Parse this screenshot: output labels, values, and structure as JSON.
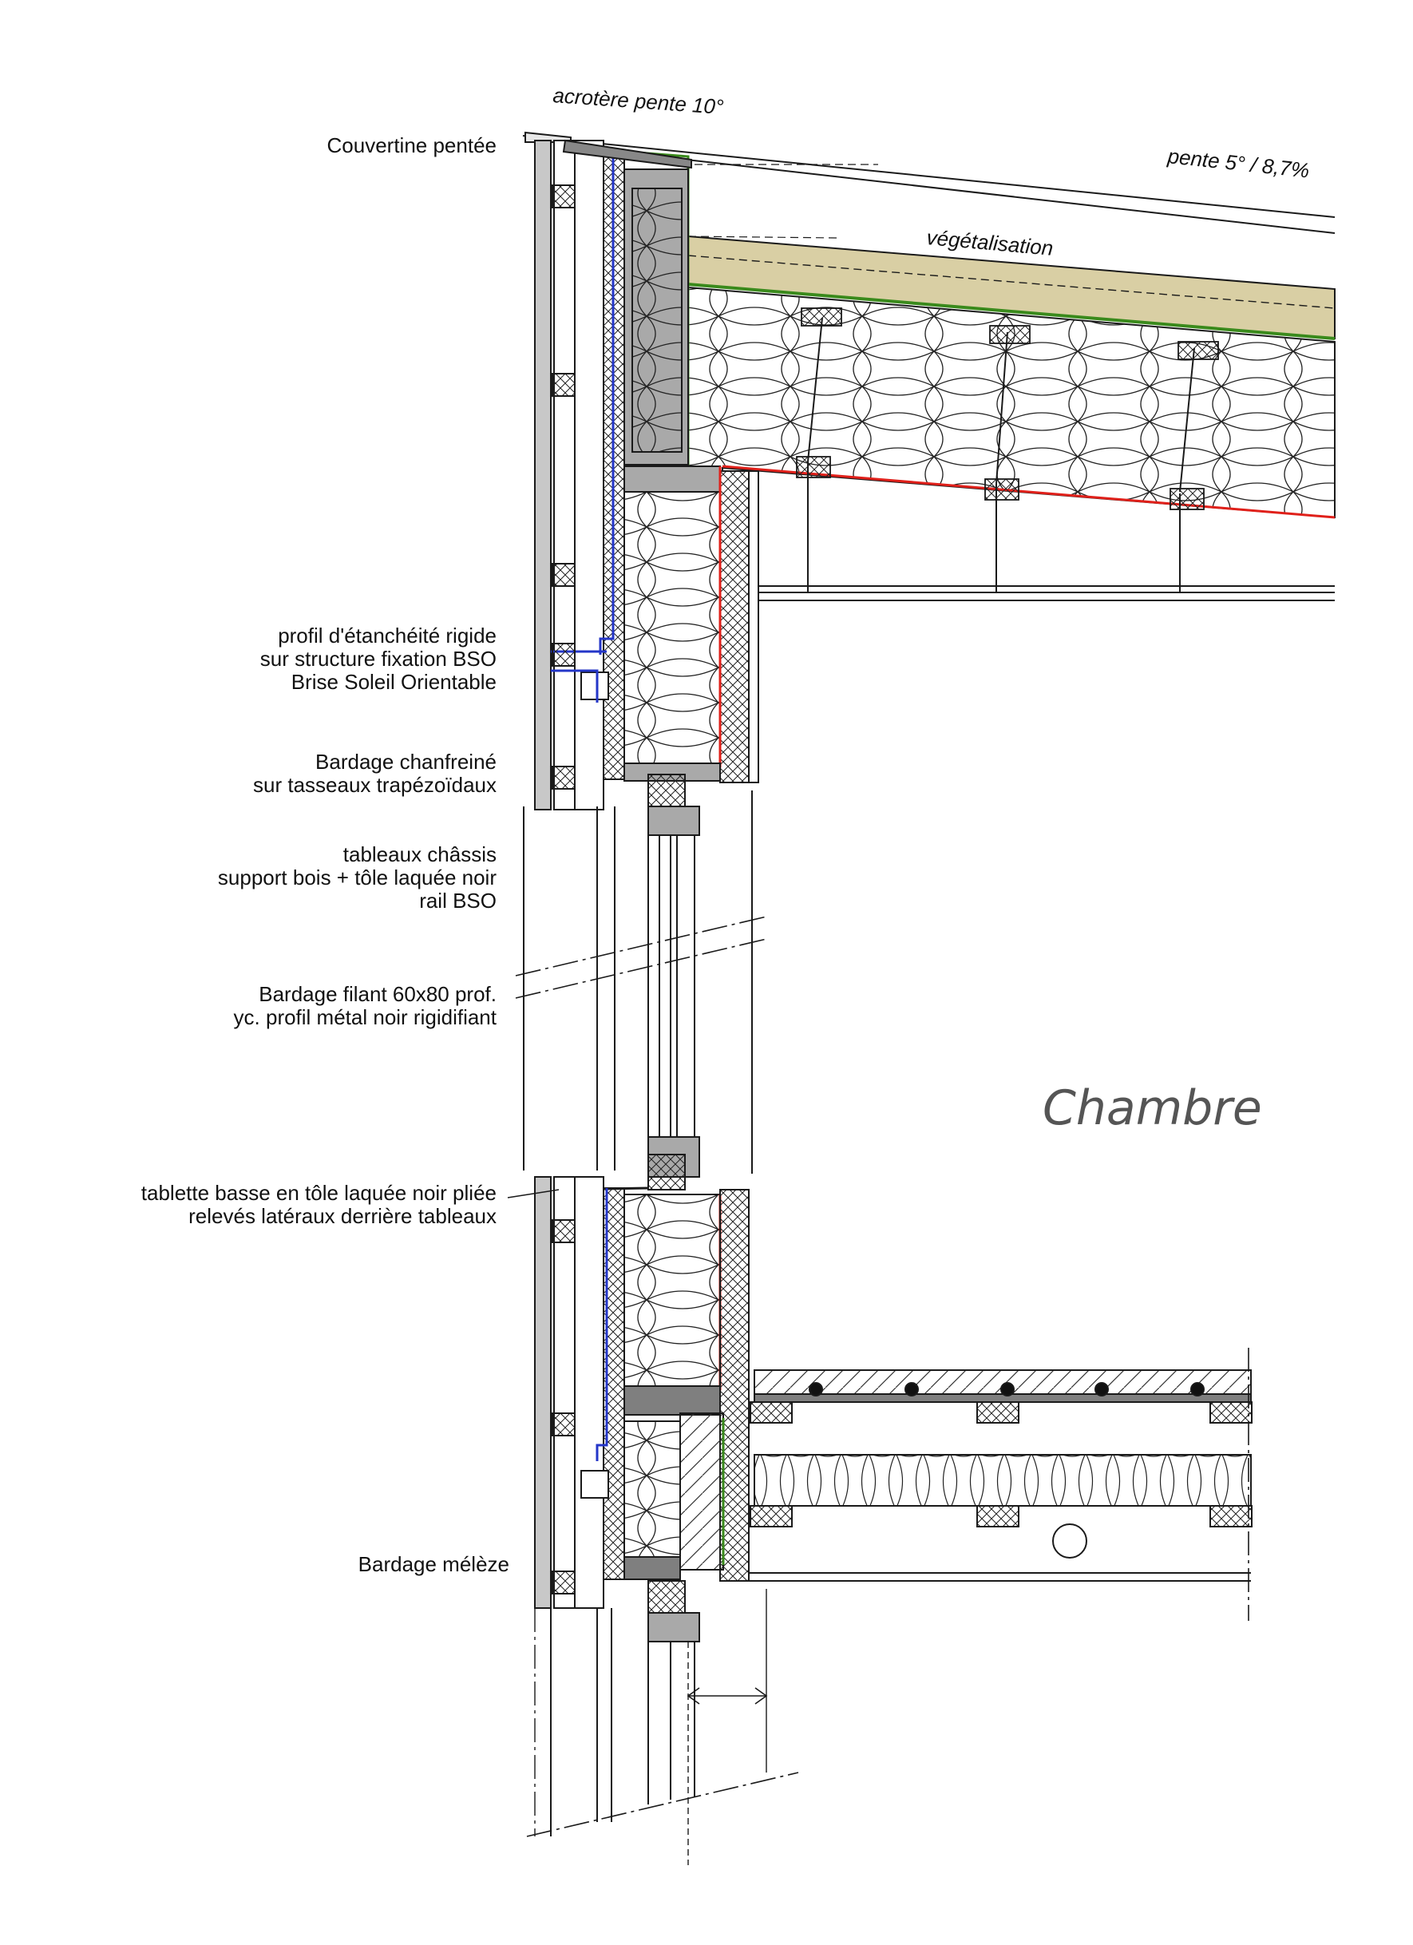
{
  "labels": {
    "acrotere": "acrotère pente 10°",
    "pente": "pente 5° / 8,7%",
    "vegetalisation": "végétalisation",
    "room": "Chambre"
  },
  "callouts": [
    {
      "lines": [
        "Couvertine pentée"
      ]
    },
    {
      "lines": [
        "profil d'étanchéité rigide",
        "sur structure fixation BSO",
        "Brise Soleil Orientable"
      ]
    },
    {
      "lines": [
        "Bardage chanfreiné",
        "sur tasseaux trapézoïdaux"
      ]
    },
    {
      "lines": [
        "tableaux châssis",
        "support bois + tôle laquée noir",
        "rail BSO"
      ]
    },
    {
      "lines": [
        "Bardage filant 60x80 prof.",
        "yc. profil métal noir rigidifiant"
      ]
    },
    {
      "lines": [
        "tablette basse en tôle laquée noir pliée",
        "relevés latéraux derrière tableaux"
      ]
    },
    {
      "lines": [
        "Bardage mélèze"
      ]
    }
  ],
  "colors": {
    "line": "#1a1a1a",
    "cladding": "#c8c8c8",
    "structure": "#a9a9a9",
    "dark_structure": "#7f7f7f",
    "substrate": "#d9cfa4",
    "membrane_green": "#3a8a1c",
    "vapour_red": "#e0201a",
    "barrier_blue": "#2436c8"
  }
}
